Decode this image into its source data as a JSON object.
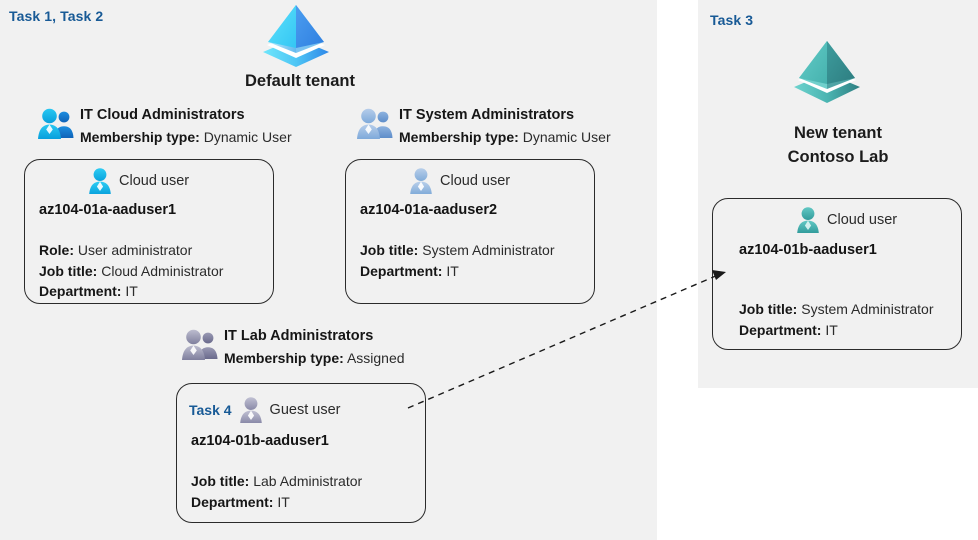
{
  "panels": {
    "left": {
      "task_label": "Task 1, Task 2"
    },
    "right": {
      "task_label": "Task 3"
    }
  },
  "tenants": [
    {
      "icon": "azure-ad-tenant-icon",
      "caption_line1": "Default tenant",
      "caption_line2": "",
      "color": "#3fa9f5"
    },
    {
      "icon": "azure-ad-tenant-icon",
      "caption_line1": "New  tenant",
      "caption_line2": "Contoso Lab",
      "color": "#4fb3ad"
    }
  ],
  "groups": [
    {
      "icon": "group-users-icon",
      "title": "IT Cloud Administrators",
      "membership_label": "Membership type:",
      "membership_value": "Dynamic User",
      "color": "#18b0e8"
    },
    {
      "icon": "group-users-icon",
      "title": "IT System Administrators",
      "membership_label": "Membership type:",
      "membership_value": "Dynamic User",
      "color": "#86aedd"
    },
    {
      "icon": "group-users-icon",
      "title": "IT Lab Administrators",
      "membership_label": "Membership type:",
      "membership_value": "Assigned",
      "color": "#8a8aa8"
    }
  ],
  "users": [
    {
      "task_badge": "",
      "icon": "person-icon",
      "usertype": "Cloud user",
      "name": "az104-01a-aaduser1",
      "attributes": [
        {
          "label": "Role:",
          "value": "User administrator"
        },
        {
          "label": "Job title:",
          "value": "Cloud Administrator"
        },
        {
          "label": "Department:",
          "value": "IT"
        }
      ],
      "color": "#22b6ea"
    },
    {
      "task_badge": "",
      "icon": "person-icon",
      "usertype": "Cloud user",
      "name": "az104-01a-aaduser2",
      "attributes": [
        {
          "label": "Job title:",
          "value": "System Administrator"
        },
        {
          "label": "Department:",
          "value": "IT"
        }
      ],
      "color": "#8fb4dd"
    },
    {
      "task_badge": "Task 4",
      "icon": "person-icon",
      "usertype": "Guest user",
      "name": "az104-01b-aaduser1",
      "attributes": [
        {
          "label": "Job title:",
          "value": "Lab Administrator"
        },
        {
          "label": "Department:",
          "value": "IT"
        }
      ],
      "color": "#9a9ab4"
    },
    {
      "task_badge": "",
      "icon": "person-icon",
      "usertype": "Cloud user",
      "name": "az104-01b-aaduser1",
      "attributes": [
        {
          "label": "Job title:",
          "value": "System Administrator"
        },
        {
          "label": "Department:",
          "value": "IT"
        }
      ],
      "color": "#3fa9a3"
    }
  ],
  "connector": {
    "name": "guest-invite-arrow",
    "style": "dashed-arrow"
  },
  "colors": {
    "panel_bg": "#f1f1f1",
    "page_bg": "#ffffff",
    "task_blue": "#185a96",
    "text_dark": "#1c1c1c",
    "border": "#2b2b2b"
  }
}
